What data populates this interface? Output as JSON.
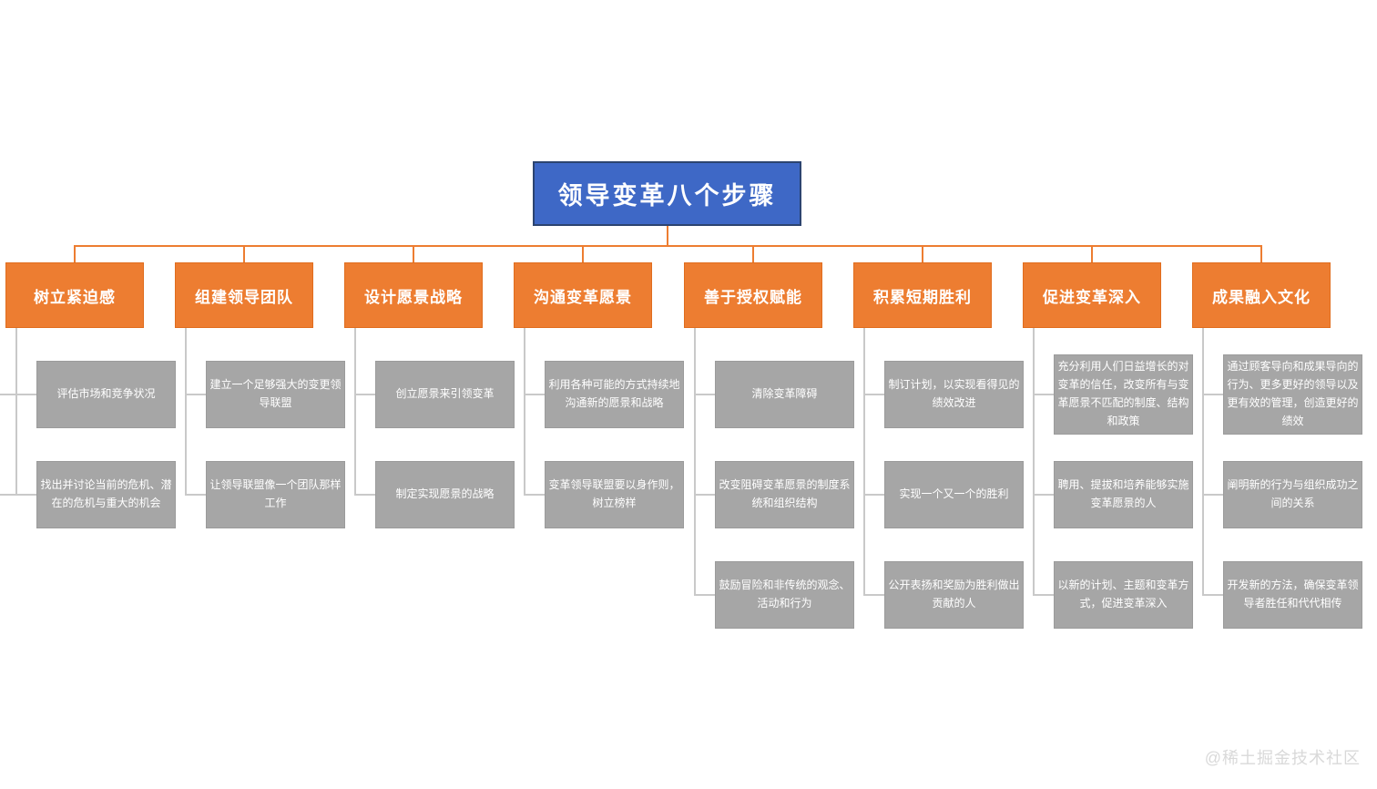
{
  "diagram": {
    "title": "领导变革八个步骤",
    "watermark": "@稀土掘金技术社区",
    "colors": {
      "root_fill": "#3e68c6",
      "root_border": "#2c4470",
      "step_fill": "#ed7d31",
      "detail_fill": "#a6a6a6",
      "connector_gray": "#c9c9c9",
      "connector_orange": "#ed7d31",
      "node_text": "#ffffff",
      "watermark_text": "#d9d9d9"
    },
    "branches": [
      {
        "label": "树立紧迫感",
        "children": [
          "评估市场和竞争状况",
          "找出并讨论当前的危机、潜在的危机与重大的机会"
        ]
      },
      {
        "label": "组建领导团队",
        "children": [
          "建立一个足够强大的变更领导联盟",
          "让领导联盟像一个团队那样工作"
        ]
      },
      {
        "label": "设计愿景战略",
        "children": [
          "创立愿景来引领变革",
          "制定实现愿景的战略"
        ]
      },
      {
        "label": "沟通变革愿景",
        "children": [
          "利用各种可能的方式持续地沟通新的愿景和战略",
          "变革领导联盟要以身作则，树立榜样"
        ]
      },
      {
        "label": "善于授权赋能",
        "children": [
          "清除变革障碍",
          "改变阻碍变革愿景的制度系统和组织结构",
          "鼓励冒险和非传统的观念、活动和行为"
        ]
      },
      {
        "label": "积累短期胜利",
        "children": [
          "制订计划，以实现看得见的绩效改进",
          "实现一个又一个的胜利",
          "公开表扬和奖励为胜利做出贡献的人"
        ]
      },
      {
        "label": "促进变革深入",
        "children": [
          "充分利用人们日益增长的对变革的信任，改变所有与变革愿景不匹配的制度、结构和政策",
          "聘用、提拔和培养能够实施变革愿景的人",
          "以新的计划、主题和变革方式，促进变革深入"
        ]
      },
      {
        "label": "成果融入文化",
        "children": [
          "通过顾客导向和成果导向的行为、更多更好的领导以及更有效的管理，创造更好的绩效",
          "阐明新的行为与组织成功之间的关系",
          "开发新的方法，确保变革领导者胜任和代代相传"
        ]
      }
    ]
  }
}
